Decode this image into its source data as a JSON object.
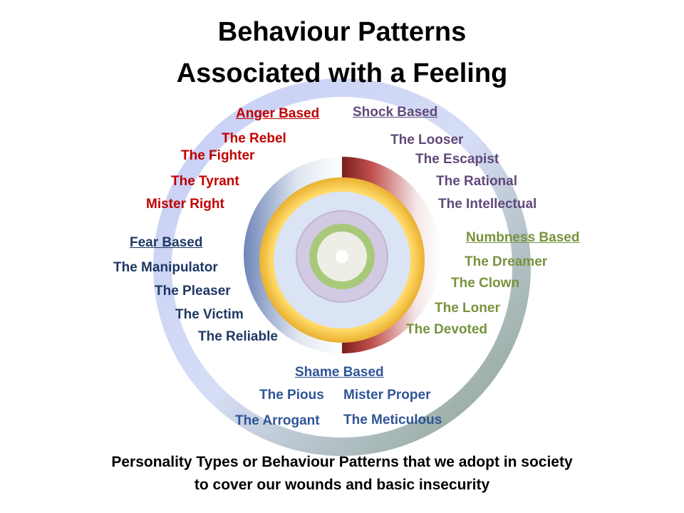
{
  "title": {
    "line1": "Behaviour Patterns",
    "line2": "Associated with a Feeling"
  },
  "groups": {
    "anger": {
      "heading": "Anger Based",
      "color": "#c00000",
      "items": [
        "The Rebel",
        "The Fighter",
        "The Tyrant",
        "Mister Right"
      ]
    },
    "shock": {
      "heading": "Shock Based",
      "color": "#60497a",
      "items": [
        "The Looser",
        "The Escapist",
        "The Rational",
        "The Intellectual"
      ]
    },
    "numbness": {
      "heading": "Numbness Based",
      "color": "#77933c",
      "items": [
        "The Dreamer",
        "The Clown",
        "The Loner",
        "The Devoted"
      ]
    },
    "fear": {
      "heading": "Fear Based",
      "color": "#1f3864",
      "items": [
        "The Manipulator",
        "The Pleaser",
        "The Victim",
        "The Reliable"
      ]
    },
    "shame": {
      "heading": "Shame Based",
      "color": "#2f5597",
      "items": [
        "The Pious",
        "Mister Proper",
        "The Arrogant",
        "The Meticulous"
      ]
    }
  },
  "footer": {
    "line1": "Personality Types or Behaviour Patterns that we adopt in society",
    "line2": "to cover our wounds and basic insecurity"
  }
}
